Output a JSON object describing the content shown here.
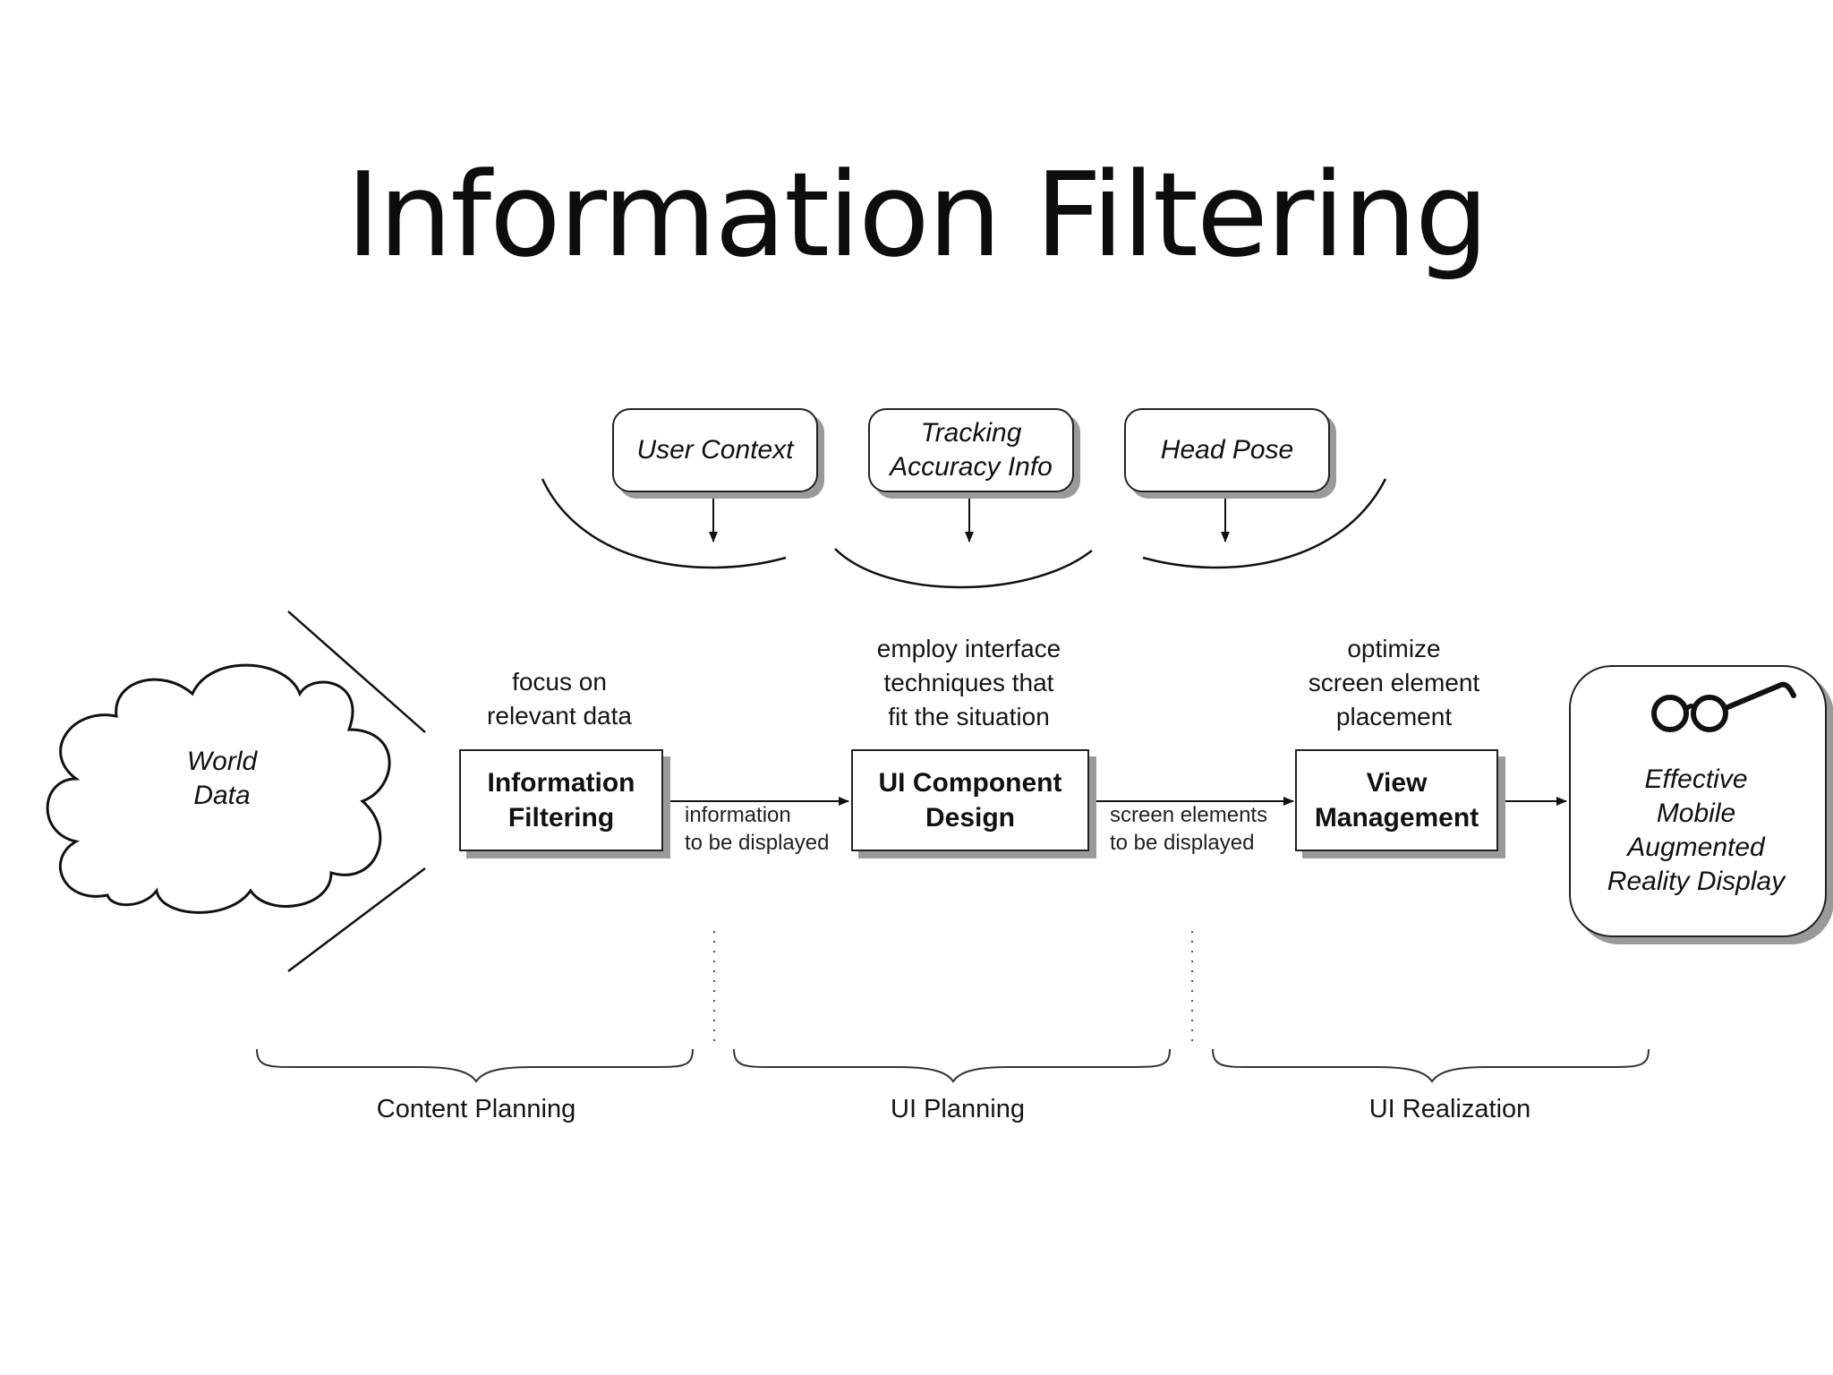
{
  "title": "Information Filtering",
  "cloud": {
    "lines": [
      "World",
      "Data"
    ]
  },
  "inputs": [
    {
      "id": "user-context",
      "lines": [
        "User Context"
      ]
    },
    {
      "id": "tracking-accuracy",
      "lines": [
        "Tracking",
        "Accuracy Info"
      ]
    },
    {
      "id": "head-pose",
      "lines": [
        "Head Pose"
      ]
    }
  ],
  "stages": [
    {
      "id": "information-filtering",
      "lines": [
        "Information",
        "Filtering"
      ],
      "note": [
        "focus on",
        "relevant data"
      ]
    },
    {
      "id": "ui-component-design",
      "lines": [
        "UI Component",
        "Design"
      ],
      "note": [
        "employ interface",
        "techniques that",
        "fit the situation"
      ]
    },
    {
      "id": "view-management",
      "lines": [
        "View",
        "Management"
      ],
      "note": [
        "optimize",
        "screen element",
        "placement"
      ]
    }
  ],
  "flows": [
    {
      "lines": [
        "information",
        "to be displayed"
      ]
    },
    {
      "lines": [
        "screen elements",
        "to be displayed"
      ]
    }
  ],
  "output": {
    "lines": [
      "Effective",
      "Mobile",
      "Augmented",
      "Reality Display"
    ],
    "icon": "glasses-icon"
  },
  "phases": [
    "Content Planning",
    "UI Planning",
    "UI Realization"
  ]
}
